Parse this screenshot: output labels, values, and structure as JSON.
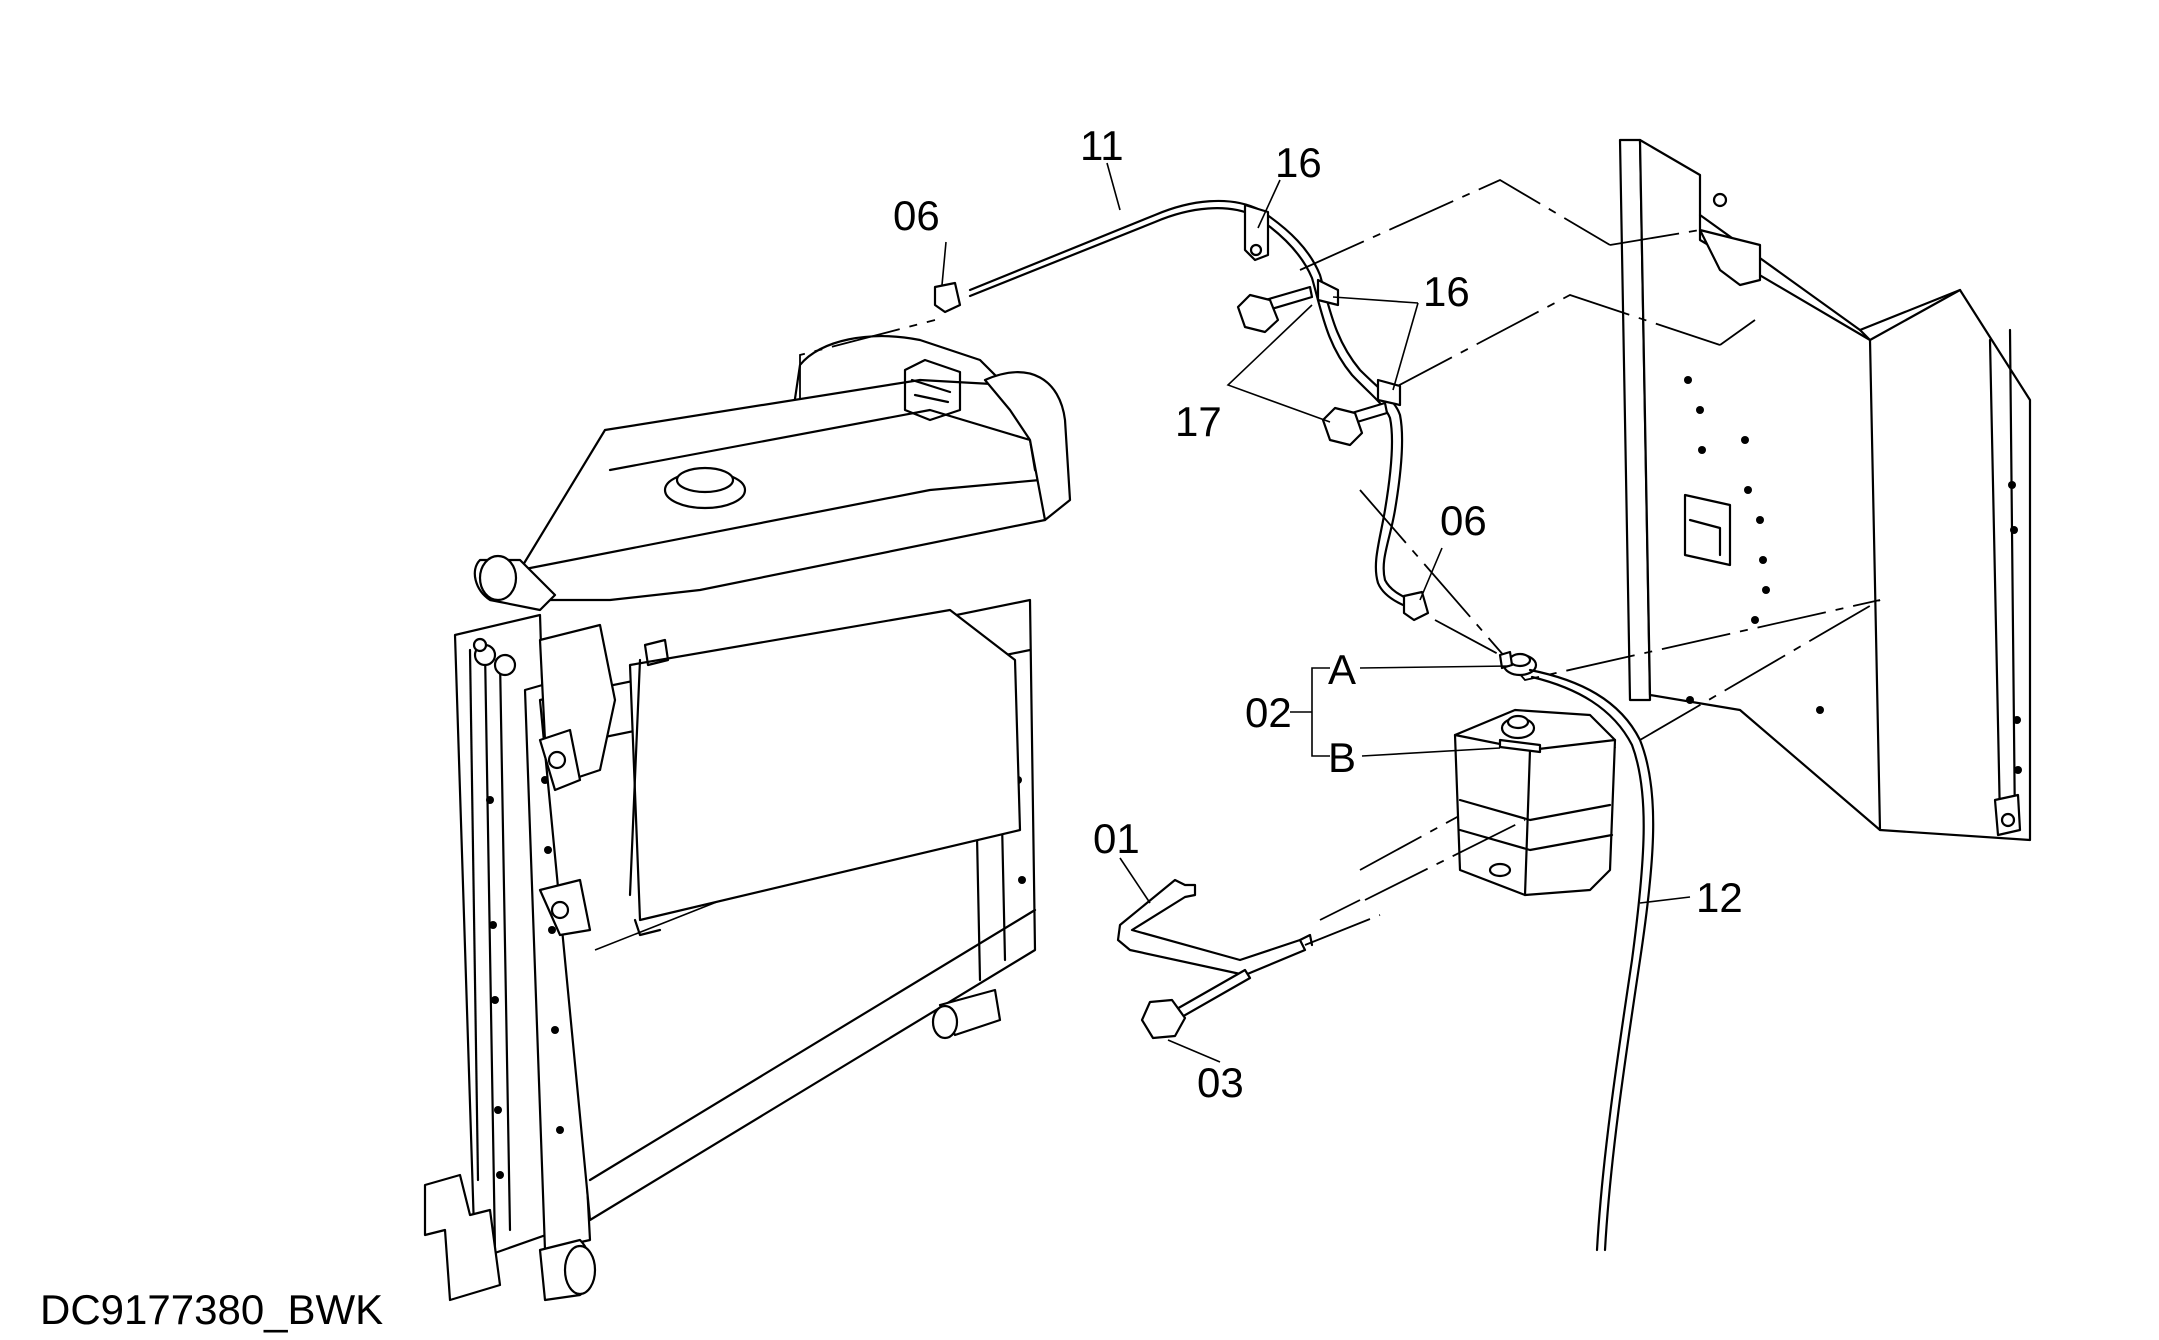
{
  "drawing_code": "DC9177380_BWK",
  "callouts": {
    "p01": "01",
    "p02": "02",
    "p02a": "A",
    "p02b": "B",
    "p03": "03",
    "p06_top": "06",
    "p06_mid": "06",
    "p11": "11",
    "p12": "12",
    "p16_top": "16",
    "p16_right": "16",
    "p17": "17"
  }
}
